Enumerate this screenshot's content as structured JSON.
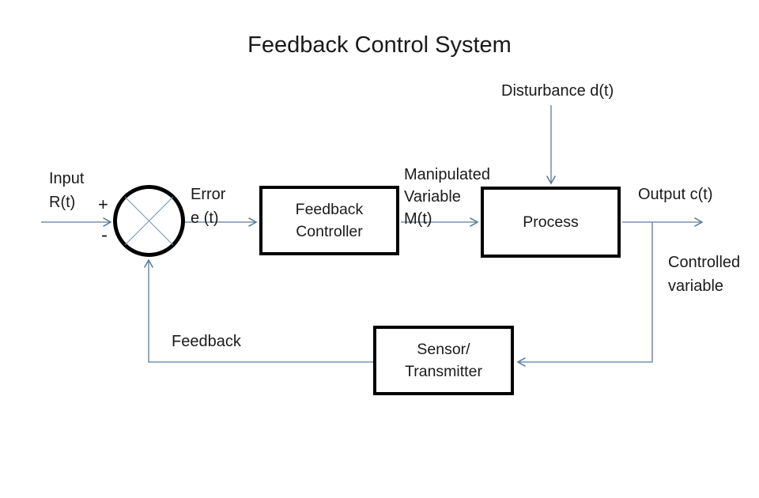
{
  "title": "Feedback Control System",
  "colors": {
    "connector": "#5b7c9c",
    "cross": "#7294ae",
    "block_border": "#000000",
    "text": "#1a1a1a",
    "background": "#ffffff"
  },
  "labels": {
    "input": {
      "line1": "Input",
      "line2": "R(t)"
    },
    "plus": "+",
    "minus": "-",
    "error": {
      "line1": "Error",
      "line2": "e (t)"
    },
    "manipulated": {
      "line1": "Manipulated",
      "line2": "Variable",
      "line3": "M(t)"
    },
    "disturbance": "Disturbance d(t)",
    "output": "Output c(t)",
    "controlled": {
      "line1": "Controlled",
      "line2": "variable"
    },
    "feedback": "Feedback"
  },
  "blocks": {
    "controller": {
      "line1": "Feedback",
      "line2": "Controller"
    },
    "process": {
      "label": "Process"
    },
    "sensor": {
      "line1": "Sensor/",
      "line2": "Transmitter"
    }
  }
}
